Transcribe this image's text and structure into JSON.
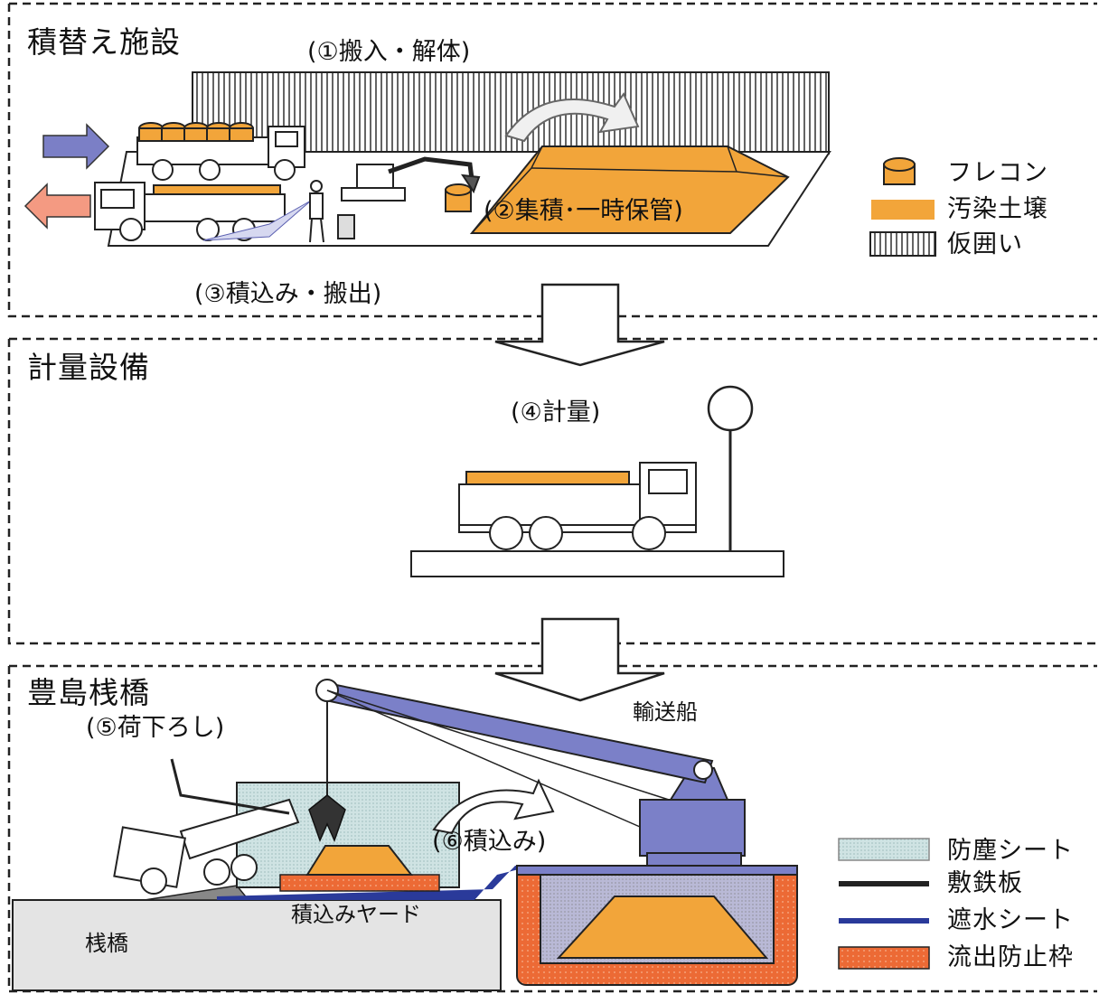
{
  "sections": {
    "transfer": {
      "title": "積替え施設",
      "step1": "(①搬入・解体)",
      "step2": "(②集積･一時保管)",
      "step3": "(③積込み・搬出)"
    },
    "weighing": {
      "title": "計量設備",
      "step4": "(④計量)"
    },
    "pier": {
      "title": "豊島桟橋",
      "step5": "(⑤荷下ろし)",
      "step6": "(⑥積込み)",
      "ship": "輸送船",
      "yard": "積込みヤード",
      "pier_label": "桟橋"
    }
  },
  "legend_top": [
    {
      "label": "フレコン",
      "icon": "flexible-container-icon"
    },
    {
      "label": "汚染土壌",
      "color": "#f2a53a"
    },
    {
      "label": "仮囲い",
      "icon": "temporary-fence-icon"
    }
  ],
  "legend_bottom": [
    {
      "label": "防塵シート",
      "color": "#cfe3e3"
    },
    {
      "label": "敷鉄板",
      "color": "#222222"
    },
    {
      "label": "遮水シート",
      "color": "#2a3a9a"
    },
    {
      "label": "流出防止枠",
      "color": "#ec6a35"
    }
  ],
  "colors": {
    "soil": "#f2a53a",
    "crane": "#7b80c8",
    "dust_sheet": "#cfe3e3",
    "barrier": "#ec6a35",
    "in_arrow": "#7b7fc6",
    "out_arrow": "#f49a82"
  }
}
